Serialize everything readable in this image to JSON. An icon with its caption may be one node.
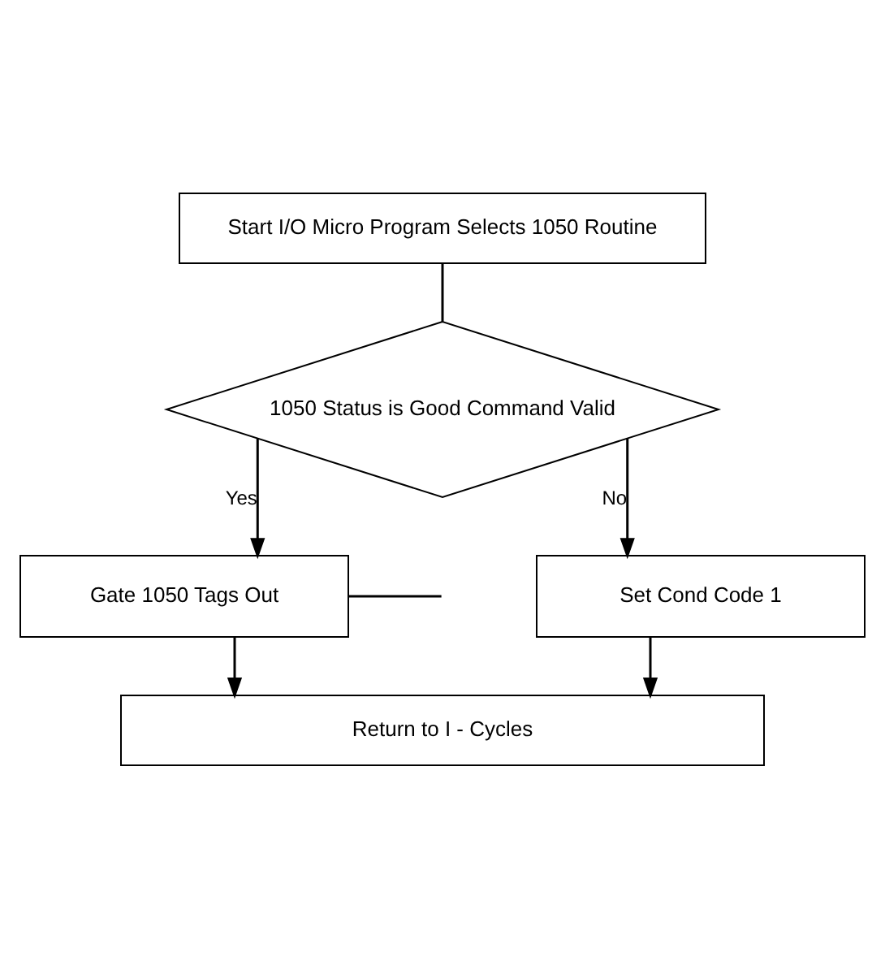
{
  "diagram": {
    "nodes": [
      {
        "text": [
          "Start I/O Micro Program Selects 1050 Routine"
        ]
      },
      {
        "text": [
          "1050 Status is Good Command Valid"
        ]
      },
      {
        "text": [
          "Gate 1050 Tags Out"
        ]
      },
      {
        "text": [
          "Set Cond Code 1"
        ]
      },
      {
        "text": [
          "Return to I - Cycles"
        ]
      }
    ],
    "edges": [
      {
        "from": 0,
        "to": 1,
        "arrow": "none"
      },
      {
        "from": 1,
        "to": 3,
        "label": "No",
        "arrow": "to"
      },
      {
        "from": 1,
        "to": 2,
        "label": "Yes",
        "arrow": "to"
      },
      {
        "from": 3,
        "to": 4,
        "arrow": "to"
      },
      {
        "from": 2,
        "to": 4,
        "arrow": "to"
      },
      {
        "from": 2,
        "to": null,
        "arrow": "none"
      }
    ]
  }
}
